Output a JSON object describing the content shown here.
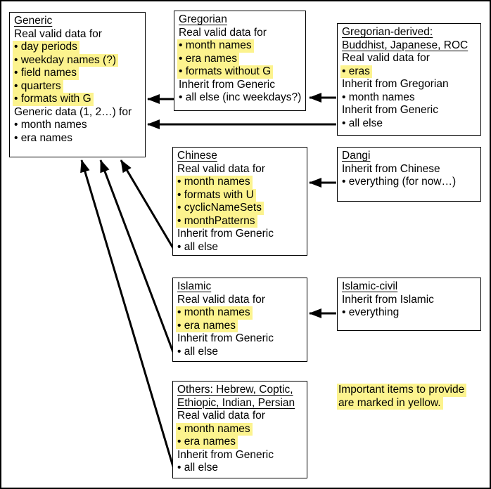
{
  "highlight_color": "#FCF38E",
  "line_color": "#000000",
  "boxes": {
    "generic": {
      "title": "Generic",
      "lines": [
        {
          "t": "Generic",
          "u": 1
        },
        {
          "t": "Real valid data for"
        },
        {
          "t": "day periods",
          "b": 1,
          "h": 1
        },
        {
          "t": "weekday names (?)",
          "b": 1,
          "h": 1
        },
        {
          "t": "field names",
          "b": 1,
          "h": 1
        },
        {
          "t": "quarters",
          "b": 1,
          "h": 1
        },
        {
          "t": "formats with G",
          "b": 1,
          "h": 1
        },
        {
          "t": "Generic data (1, 2…) for"
        },
        {
          "t": "month names",
          "b": 1
        },
        {
          "t": "era names",
          "b": 1
        }
      ]
    },
    "gregorian": {
      "title": "Gregorian",
      "lines": [
        {
          "t": "Gregorian",
          "u": 1
        },
        {
          "t": "Real valid data for"
        },
        {
          "t": "month names",
          "b": 1,
          "h": 1
        },
        {
          "t": "era names",
          "b": 1,
          "h": 1
        },
        {
          "t": "formats without G",
          "b": 1,
          "h": 1
        },
        {
          "t": "Inherit from Generic"
        },
        {
          "t": "all else (inc weekdays?)",
          "b": 1
        }
      ]
    },
    "gregorian_derived": {
      "title": "Gregorian-derived: Buddhist, Japanese, ROC",
      "lines": [
        {
          "t": "Gregorian-derived:",
          "u": 1
        },
        {
          "t": "Buddhist, Japanese, ROC",
          "u": 1
        },
        {
          "t": "Real valid data for"
        },
        {
          "t": "eras",
          "b": 1,
          "h": 1
        },
        {
          "t": "Inherit from Gregorian"
        },
        {
          "t": "month names",
          "b": 1
        },
        {
          "t": "Inherit from Generic"
        },
        {
          "t": "all else",
          "b": 1
        }
      ]
    },
    "chinese": {
      "title": "Chinese",
      "lines": [
        {
          "t": "Chinese",
          "u": 1
        },
        {
          "t": "Real valid data for"
        },
        {
          "t": "month names",
          "b": 1,
          "h": 1
        },
        {
          "t": "formats with U",
          "b": 1,
          "h": 1
        },
        {
          "t": "cyclicNameSets",
          "b": 1,
          "h": 1
        },
        {
          "t": "monthPatterns",
          "b": 1,
          "h": 1
        },
        {
          "t": "Inherit from Generic"
        },
        {
          "t": "all else",
          "b": 1
        }
      ]
    },
    "dangi": {
      "title": "Dangi",
      "lines": [
        {
          "t": "Dangi",
          "u": 1
        },
        {
          "t": "Inherit from Chinese"
        },
        {
          "t": "everything (for now…)",
          "b": 1
        }
      ]
    },
    "islamic": {
      "title": "Islamic",
      "lines": [
        {
          "t": "Islamic",
          "u": 1
        },
        {
          "t": "Real valid data for"
        },
        {
          "t": "month names",
          "b": 1,
          "h": 1
        },
        {
          "t": "era names",
          "b": 1,
          "h": 1
        },
        {
          "t": "Inherit from Generic"
        },
        {
          "t": "all else",
          "b": 1
        }
      ]
    },
    "islamic_civil": {
      "title": "Islamic-civil",
      "lines": [
        {
          "t": "Islamic-civil",
          "u": 1
        },
        {
          "t": "Inherit from Islamic"
        },
        {
          "t": "everything",
          "b": 1
        }
      ]
    },
    "others": {
      "title": "Others: Hebrew, Coptic, Ethiopic, Indian, Persian",
      "lines": [
        {
          "t": "Others: Hebrew, Coptic,",
          "u": 1
        },
        {
          "t": "Ethiopic, Indian, Persian",
          "u": 1
        },
        {
          "t": "Real valid data for"
        },
        {
          "t": "month names",
          "b": 1,
          "h": 1
        },
        {
          "t": "era names",
          "b": 1,
          "h": 1
        },
        {
          "t": "Inherit from Generic"
        },
        {
          "t": "all else",
          "b": 1
        }
      ]
    }
  },
  "note": {
    "lines": [
      {
        "t": "Important items to provide",
        "h": 1
      },
      {
        "t": "are marked in yellow.",
        "h": 1
      }
    ]
  },
  "relations": [
    {
      "from": "gregorian",
      "to": "generic"
    },
    {
      "from": "gregorian-derived",
      "to": "gregorian"
    },
    {
      "from": "gregorian-derived",
      "to": "generic"
    },
    {
      "from": "dangi",
      "to": "chinese"
    },
    {
      "from": "islamic-civil",
      "to": "islamic"
    },
    {
      "from": "chinese",
      "to": "generic"
    },
    {
      "from": "islamic",
      "to": "generic"
    },
    {
      "from": "others",
      "to": "generic"
    }
  ]
}
